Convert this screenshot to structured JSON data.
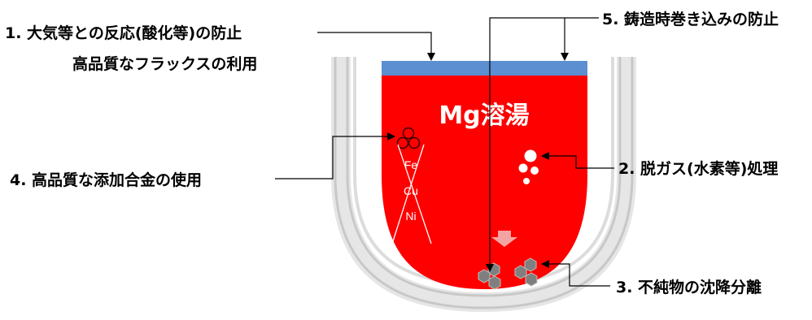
{
  "labels": {
    "l1_line1": "1. 大気等との反応(酸化等)の防止",
    "l1_line2": "高品質なフラックスの利用",
    "l2": "2. 脱ガス(水素等)処理",
    "l3": "3. 不純物の沈降分離",
    "l4": "4. 高品質な添加合金の使用",
    "l5": "5. 鋳造時巻き込みの防止"
  },
  "melt_label": "Mg溶湯",
  "impurity_elements": [
    "Fe",
    "Cu",
    "Ni"
  ],
  "colors": {
    "melt": "#ff0000",
    "flux_layer": "#5b8fd1",
    "crucible": "#d9d9d9",
    "crucible_stripe": "#bfbfbf",
    "sediment": "#7f7f7f",
    "sink_arrow": "#f4a3a3"
  },
  "icons": [
    "down-arrow-icon",
    "gas-bubble-icon",
    "hexagon-sediment-icon",
    "crossed-out-icon"
  ]
}
